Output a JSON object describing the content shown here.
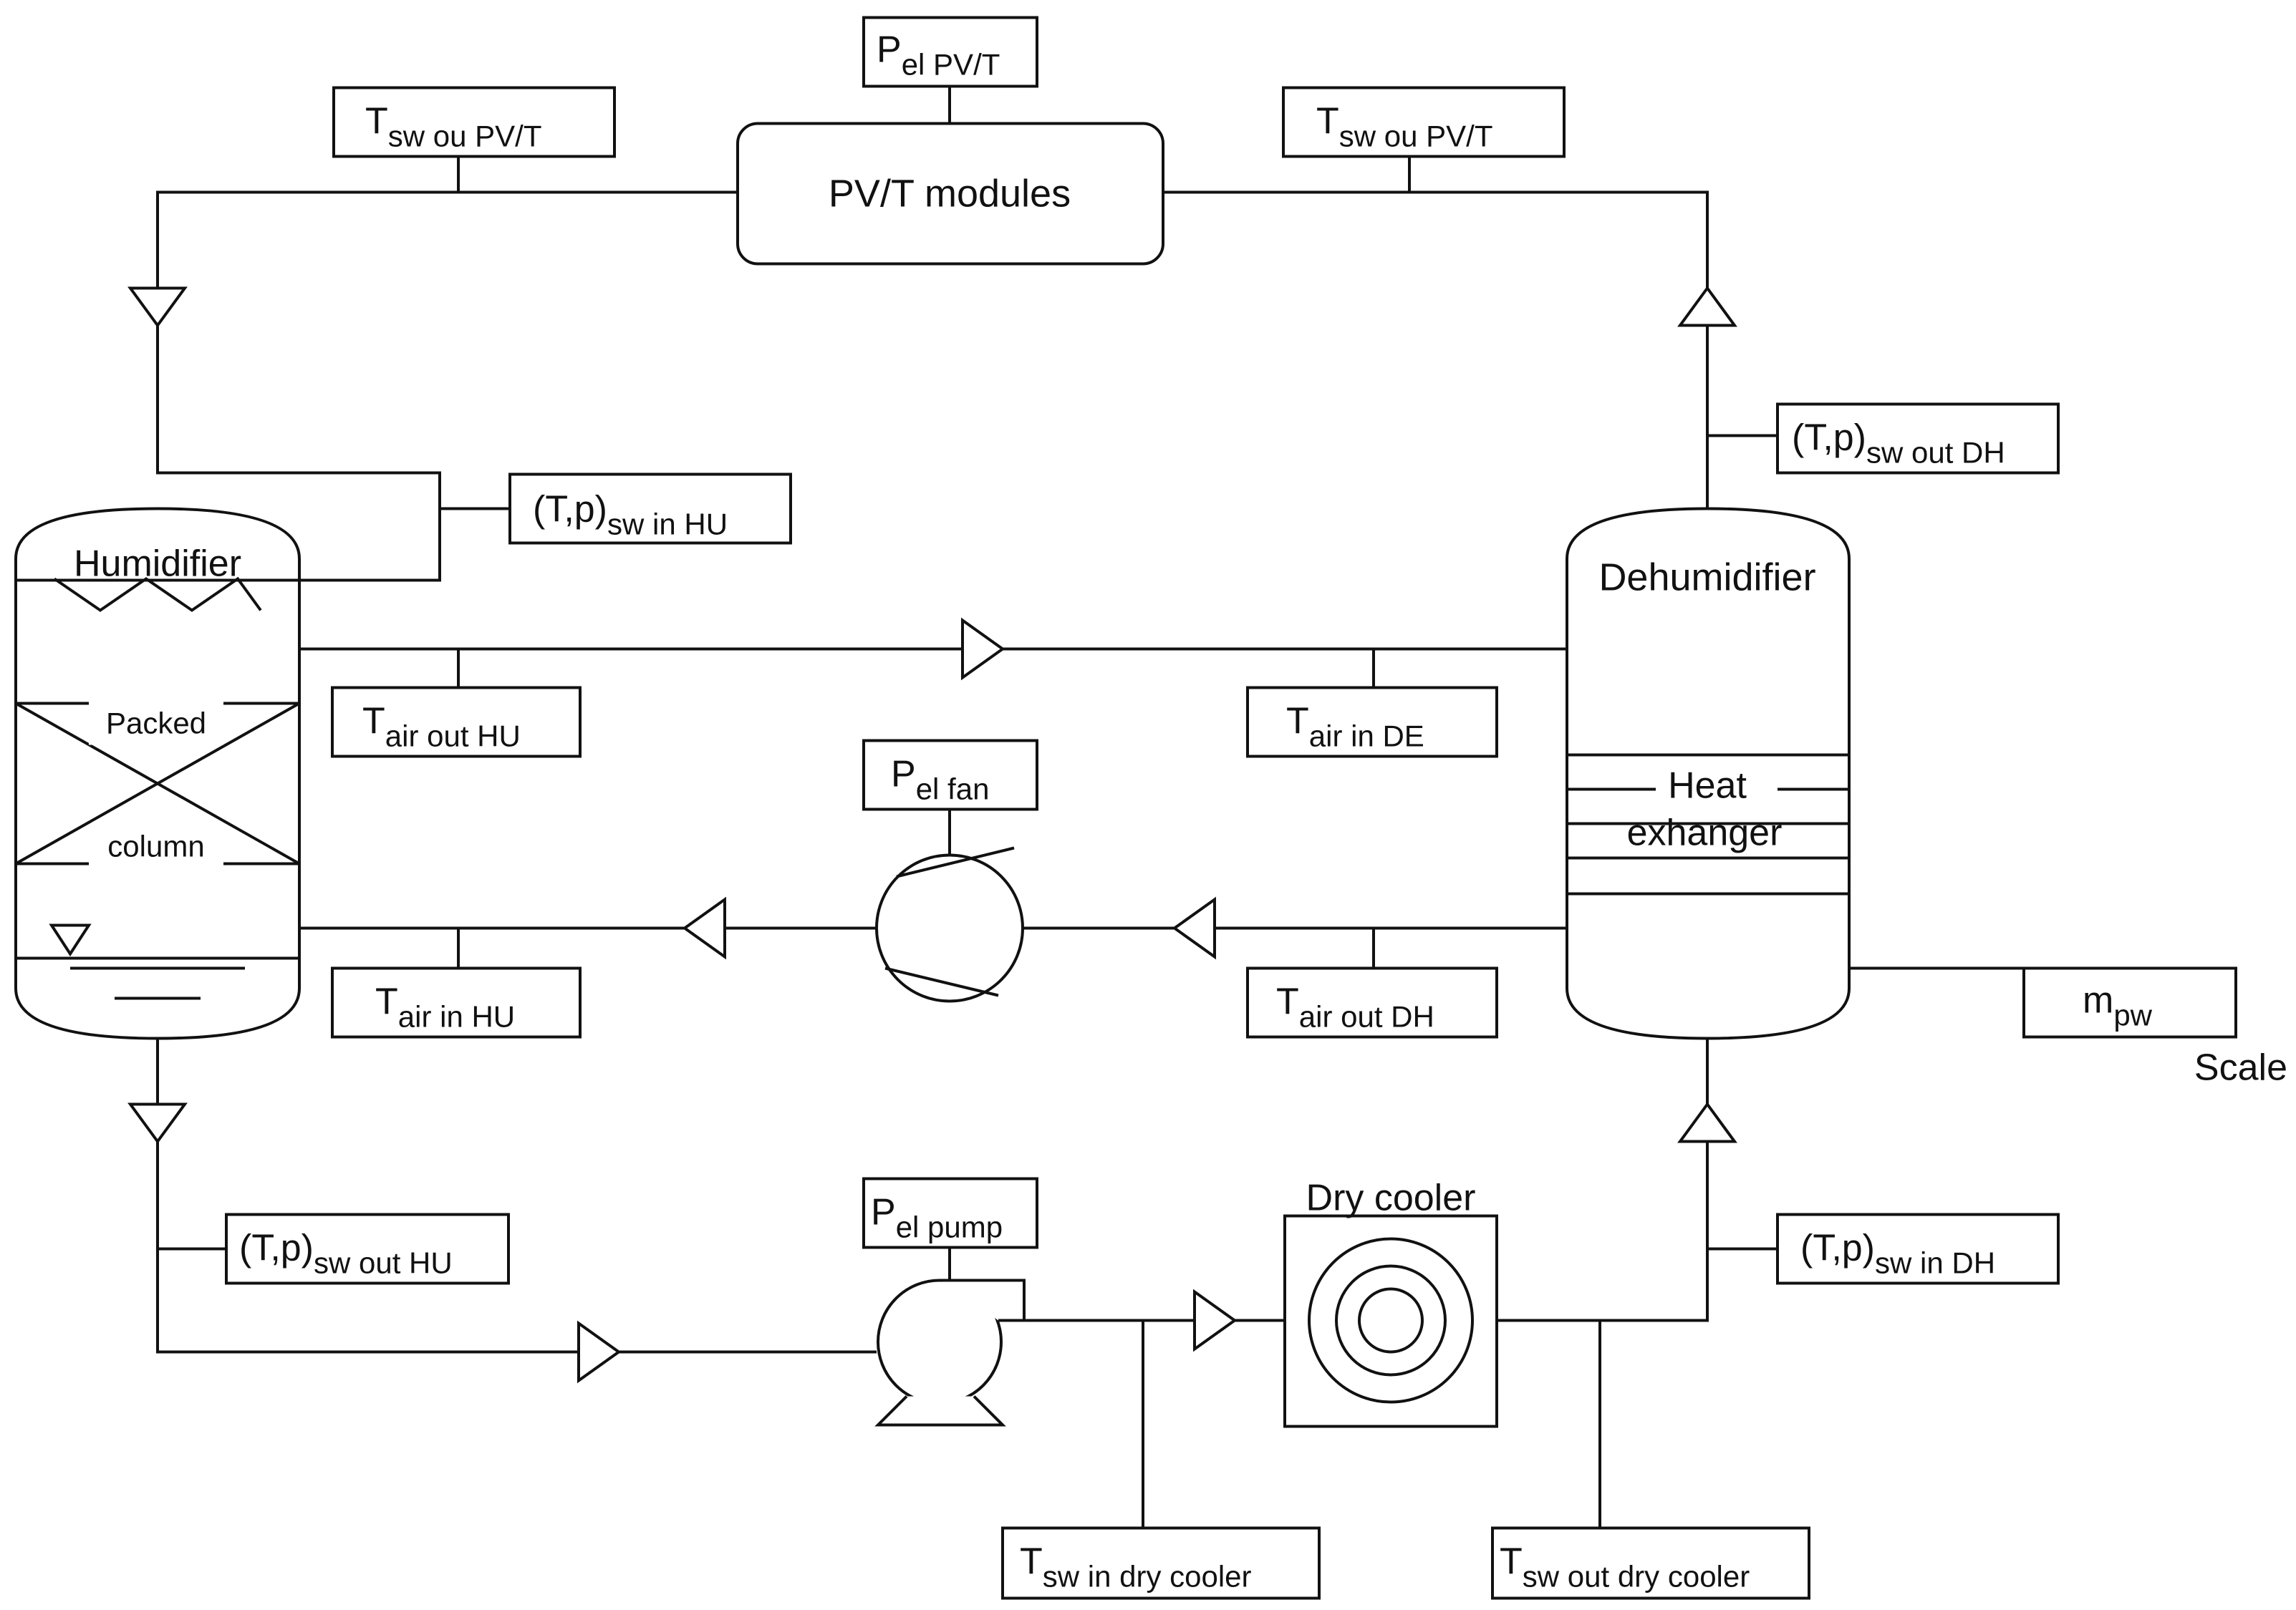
{
  "components": {
    "pvt": "PV/T modules",
    "humidifier": "Humidifier",
    "packed_top": "Packed",
    "packed_bottom": "column",
    "dehumidifier": "Dehumidifier",
    "hx_top": "Heat",
    "hx_bottom": "exhanger",
    "dry_cooler": "Dry cooler",
    "scale": "Scale"
  },
  "sensors": {
    "p_pvt": {
      "main": "P",
      "sub": "el PV/T"
    },
    "t_pvt_left": {
      "main": "T",
      "sub": "sw ou PV/T"
    },
    "t_pvt_right": {
      "main": "T",
      "sub": "sw ou PV/T"
    },
    "tp_sw_in_hu": {
      "main": "(T,p)",
      "sub": "sw in HU"
    },
    "tp_sw_out_dh": {
      "main": "(T,p)",
      "sub": "sw out DH"
    },
    "t_air_out_hu": {
      "main": "T",
      "sub": "air out HU"
    },
    "t_air_in_de": {
      "main": "T",
      "sub": "air in DE"
    },
    "p_fan": {
      "main": "P",
      "sub": "el fan"
    },
    "t_air_in_hu": {
      "main": "T",
      "sub": "air in HU"
    },
    "t_air_out_dh": {
      "main": "T",
      "sub": "air out DH"
    },
    "m_pw": {
      "main": "m",
      "sub": "pw"
    },
    "tp_sw_out_hu": {
      "main": "(T,p)",
      "sub": "sw out HU"
    },
    "p_pump": {
      "main": "P",
      "sub": "el pump"
    },
    "tp_sw_in_dh": {
      "main": "(T,p)",
      "sub": "sw in DH"
    },
    "t_sw_in_dc": {
      "main": "T",
      "sub": "sw in dry cooler"
    },
    "t_sw_out_dc": {
      "main": "T",
      "sub": "sw out dry cooler"
    }
  }
}
